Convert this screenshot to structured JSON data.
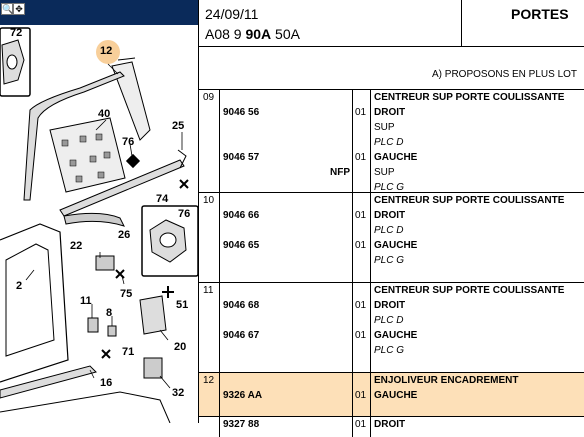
{
  "header": {
    "date": "24/09/11",
    "model_prefix": "A08 9 ",
    "model_bold": "90A",
    "model_suffix": " 50A",
    "title": "PORTES"
  },
  "note": "A) PROPOSONS EN PLUS LOT",
  "diagram": {
    "callouts": [
      "72",
      "12",
      "40",
      "76",
      "25",
      "74",
      "76",
      "26",
      "22",
      "2",
      "75",
      "51",
      "11",
      "8",
      "20",
      "71",
      "16",
      "32"
    ]
  },
  "rows": [
    {
      "index": "09",
      "lines": [
        {
          "ref": "",
          "flag": "",
          "qty": "",
          "desc": "CENTREUR SUP PORTE COULISSANTE",
          "style": "bold"
        },
        {
          "ref": "9046 56",
          "flag": "",
          "qty": "01",
          "desc": "DROIT",
          "style": "bold"
        },
        {
          "ref": "",
          "flag": "",
          "qty": "",
          "desc": "SUP",
          "style": "normal"
        },
        {
          "ref": "",
          "flag": "",
          "qty": "",
          "desc": "PLC D",
          "style": "ital"
        },
        {
          "ref": "9046 57",
          "flag": "",
          "qty": "01",
          "desc": "GAUCHE",
          "style": "bold"
        },
        {
          "ref": "",
          "flag": "NFP",
          "qty": "",
          "desc": "SUP",
          "style": "normal"
        },
        {
          "ref": "",
          "flag": "",
          "qty": "",
          "desc": "PLC G",
          "style": "ital"
        }
      ]
    },
    {
      "index": "10",
      "lines": [
        {
          "ref": "",
          "flag": "",
          "qty": "",
          "desc": "CENTREUR SUP PORTE COULISSANTE",
          "style": "bold"
        },
        {
          "ref": "9046 66",
          "flag": "",
          "qty": "01",
          "desc": "DROIT",
          "style": "bold"
        },
        {
          "ref": "",
          "flag": "",
          "qty": "",
          "desc": "PLC D",
          "style": "ital"
        },
        {
          "ref": "9046 65",
          "flag": "",
          "qty": "01",
          "desc": "GAUCHE",
          "style": "bold"
        },
        {
          "ref": "",
          "flag": "",
          "qty": "",
          "desc": "PLC G",
          "style": "ital"
        }
      ]
    },
    {
      "index": "11",
      "lines": [
        {
          "ref": "",
          "flag": "",
          "qty": "",
          "desc": "CENTREUR SUP PORTE COULISSANTE",
          "style": "bold"
        },
        {
          "ref": "9046 68",
          "flag": "",
          "qty": "01",
          "desc": "DROIT",
          "style": "bold"
        },
        {
          "ref": "",
          "flag": "",
          "qty": "",
          "desc": "PLC D",
          "style": "ital"
        },
        {
          "ref": "9046 67",
          "flag": "",
          "qty": "01",
          "desc": "GAUCHE",
          "style": "bold"
        },
        {
          "ref": "",
          "flag": "",
          "qty": "",
          "desc": "PLC G",
          "style": "ital"
        }
      ]
    },
    {
      "index": "12",
      "highlight": true,
      "lines": [
        {
          "ref": "",
          "flag": "",
          "qty": "",
          "desc": "ENJOLIVEUR ENCADREMENT",
          "style": "bold"
        },
        {
          "ref": "9326 AA",
          "flag": "",
          "qty": "01",
          "desc": "GAUCHE",
          "style": "bold"
        }
      ]
    },
    {
      "index": "",
      "lines": [
        {
          "ref": "9327 88",
          "flag": "",
          "qty": "01",
          "desc": "DROIT",
          "style": "bold"
        }
      ]
    }
  ]
}
